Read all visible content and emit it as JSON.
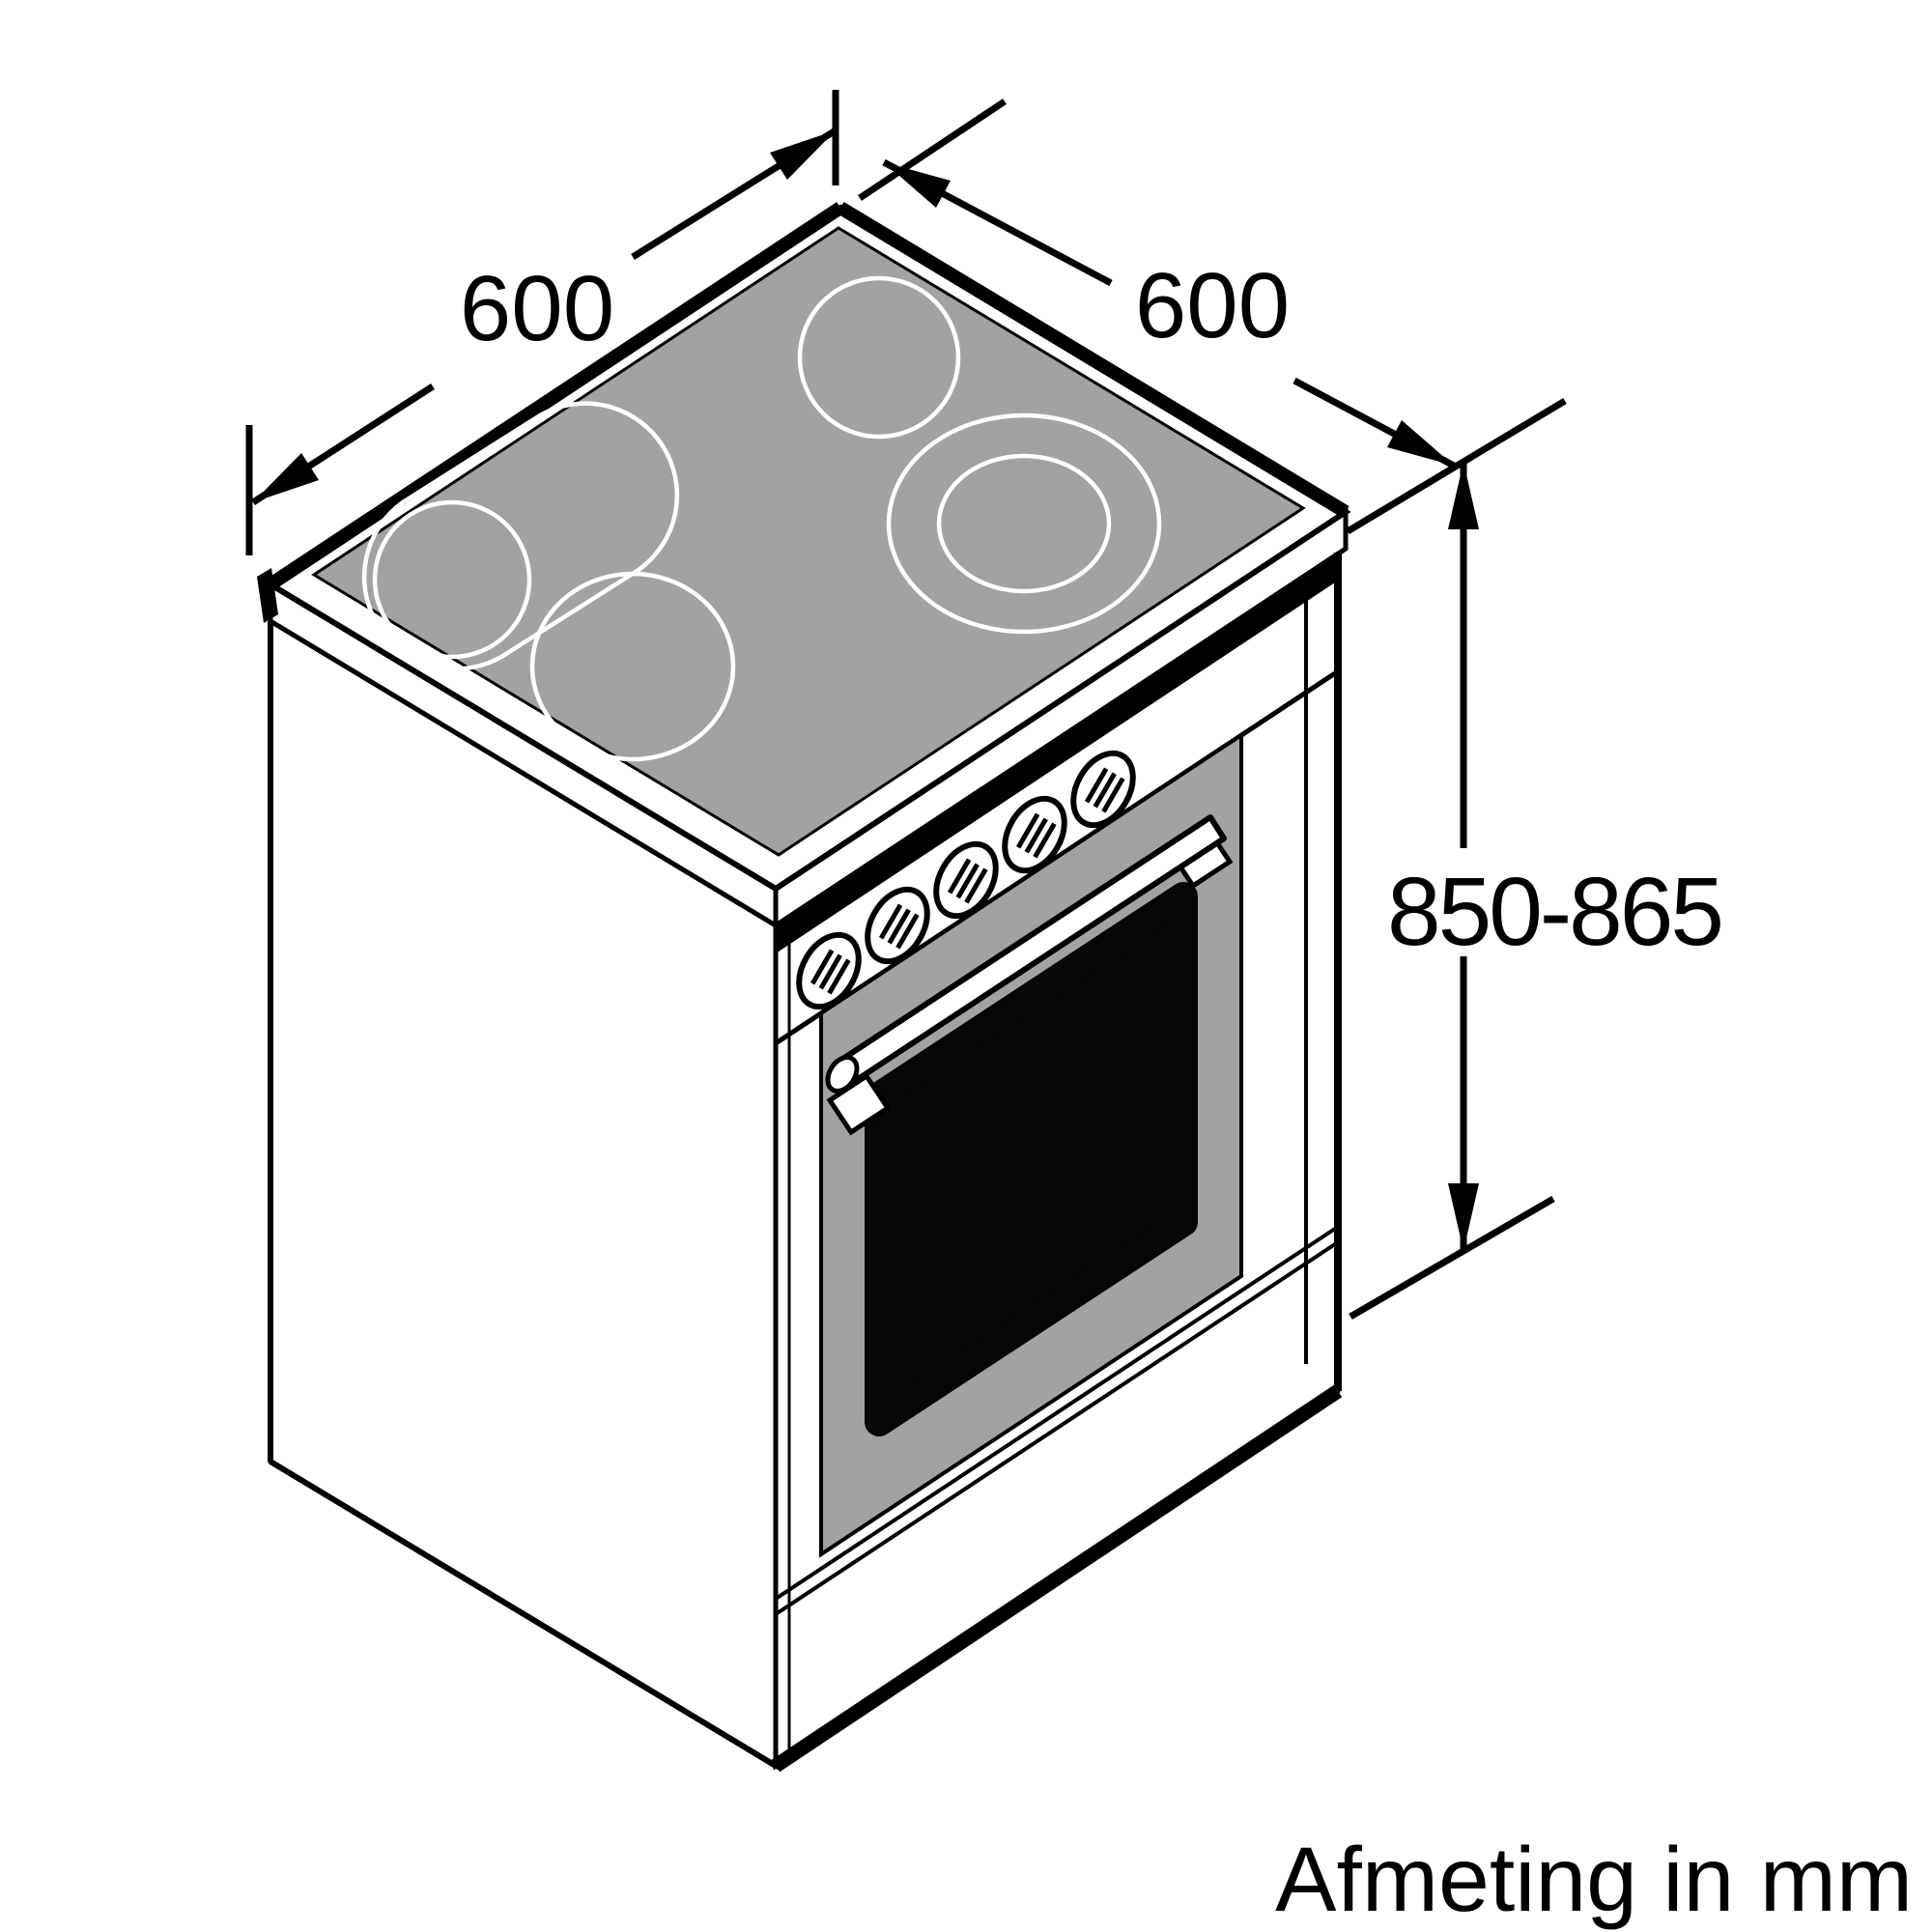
{
  "caption": {
    "text": "Afmeting in mm"
  },
  "dimensions": {
    "left": {
      "value": "600"
    },
    "right": {
      "value": "600"
    },
    "height": {
      "value": "850-865"
    }
  },
  "colors": {
    "line": "#000000",
    "hob_glass": "#a2a2a2",
    "oven_door": "#a2a2a2",
    "oven_window": "#060606",
    "surface": "#ffffff"
  }
}
